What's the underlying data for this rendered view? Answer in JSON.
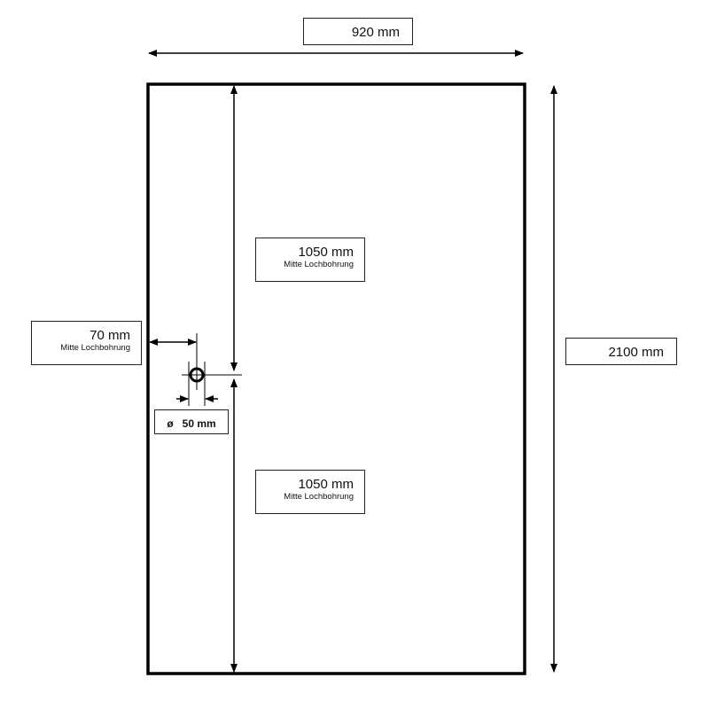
{
  "width_label": "920 mm",
  "height_label": "2100 mm",
  "upper_label": {
    "value": "1050 mm",
    "note": "Mitte Lochbohrung"
  },
  "lower_label": {
    "value": "1050 mm",
    "note": "Mitte Lochbohrung"
  },
  "side_label": {
    "value": "70 mm",
    "note": "Mitte Lochbohrung"
  },
  "diameter_label": "ø   50 mm"
}
